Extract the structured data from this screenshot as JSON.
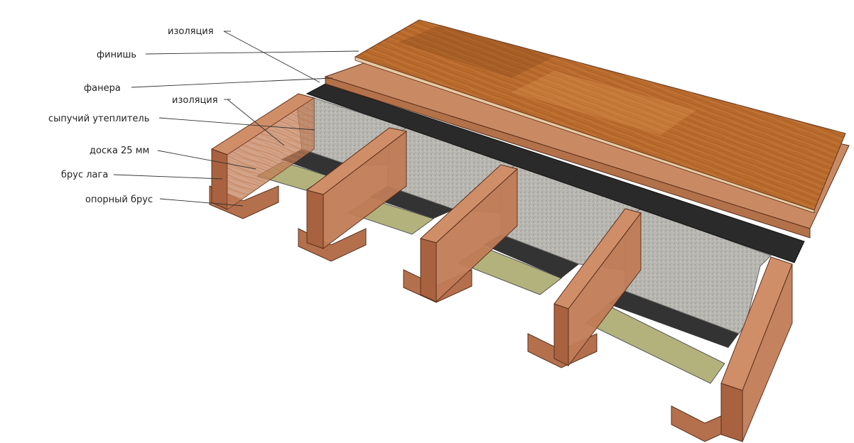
{
  "labels": [
    {
      "key": "insulation_top",
      "text": "изоляция"
    },
    {
      "key": "finish",
      "text": "финишь"
    },
    {
      "key": "plywood",
      "text": "фанера"
    },
    {
      "key": "insulation_mid",
      "text": "изоляция"
    },
    {
      "key": "bulk_insulation",
      "text": "сыпучий утеплитель"
    },
    {
      "key": "board",
      "text": "доска 25 мм"
    },
    {
      "key": "joist_beam",
      "text": "брус лага"
    },
    {
      "key": "support_beam",
      "text": "опорный брус"
    }
  ],
  "colors": {
    "finish_wood": "#b86a2c",
    "finish_dark": "#8a4a1e",
    "plywood": "#c98a63",
    "membrane": "#2a2a2a",
    "insulation": "#b8b6b0",
    "joist": "#c17c57",
    "joist_side": "#a9623f",
    "board": "#b4b27c",
    "leader": "#333333"
  }
}
